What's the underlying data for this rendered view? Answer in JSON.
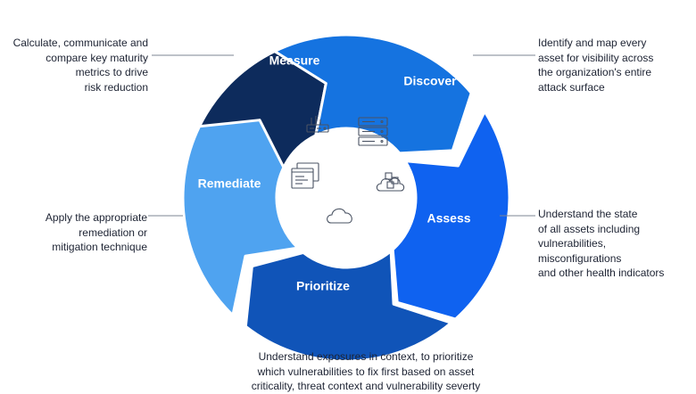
{
  "phases": [
    {
      "id": "measure",
      "label": "Measure",
      "color": "#0d2b5c",
      "description": [
        "Calculate, communicate and",
        "compare key maturity",
        "metrics to drive",
        "risk reduction"
      ]
    },
    {
      "id": "discover",
      "label": "Discover",
      "color": "#1573e0",
      "description": [
        "Identify and map every",
        "asset for visibility across",
        "the organization's entire",
        "attack surface"
      ]
    },
    {
      "id": "assess",
      "label": "Assess",
      "color": "#0f62f0",
      "description": [
        "Understand the state",
        "of all assets including",
        "vulnerabilities,",
        "misconfigurations",
        "and other health indicators"
      ]
    },
    {
      "id": "prioritize",
      "label": "Prioritize",
      "color": "#1054b8",
      "description": [
        "Understand exposures in context, to prioritize",
        "which vulnerabilities to fix first based on asset",
        "criticality, threat context and vulnerability severty"
      ]
    },
    {
      "id": "remediate",
      "label": "Remediate",
      "color": "#4fa3f0",
      "description": [
        "Apply the appropriate",
        "remediation or",
        "mitigation technique"
      ]
    }
  ],
  "center_icons": [
    "factory-icon",
    "server-rack-icon",
    "cloud-cubes-icon",
    "cloud-icon",
    "browser-windows-icon"
  ],
  "connector_color": "#7c8493"
}
